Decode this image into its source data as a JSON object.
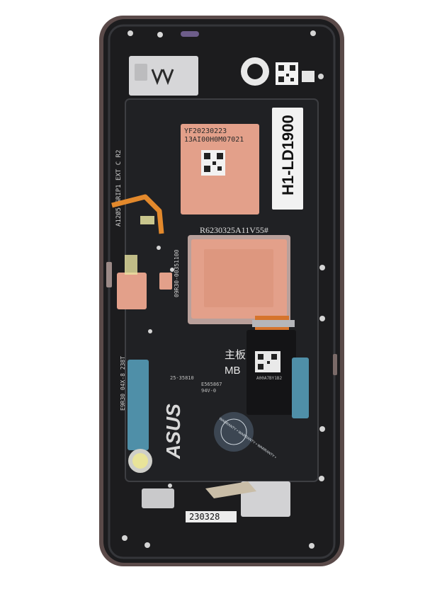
{
  "labels": {
    "serial_top_line1": "YF20230223",
    "serial_top_line2": "13AI00H0M07021",
    "model_label": "H1-LD1900",
    "board_code": "R6230325A11V55#",
    "side_text_left": "A12Ø5 GRIP1 EXT C R2",
    "side_text_mid": "09R30-00351100",
    "side_text_lower": "E9R30 04X-8 238T",
    "board_cn": "主板",
    "board_mb": "MB",
    "brand_logo": "ASUS",
    "warranty_text": "WARRANTY • WARRANTY • WARRANTY •",
    "date_stamp": "230328",
    "small_pcb_a": "25-35810",
    "small_pcb_b": "94V-0",
    "small_pcb_c": "E565867",
    "small_pcb_d": "A00A7BY1B2"
  },
  "colors": {
    "frame": "#1c1c1e",
    "frame_edge": "#5a4a49",
    "copper": "#e3a08a",
    "copper_dark": "#c98c79",
    "graphite": "#2b2d30",
    "cyan_tape": "#4f8fa8",
    "flex": "#e3892c",
    "white_label": "#f2f2f2"
  }
}
